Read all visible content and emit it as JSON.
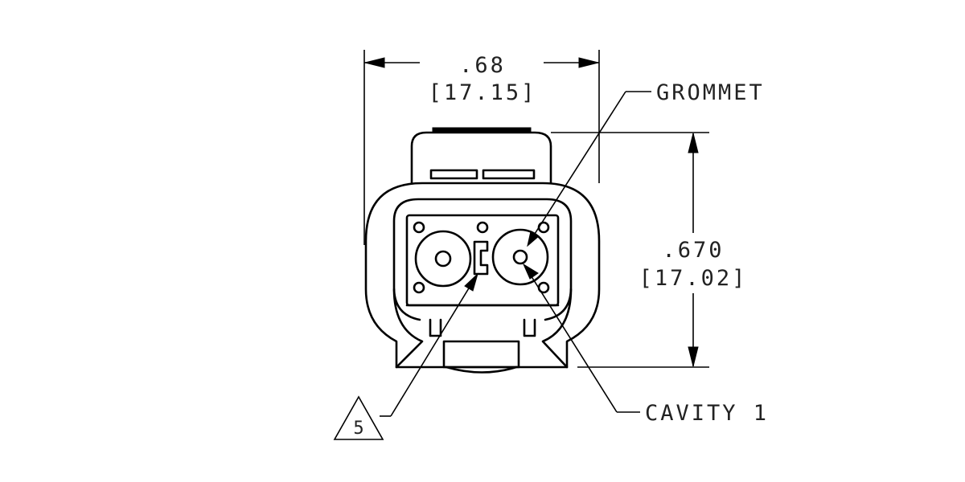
{
  "dimensions": {
    "width": {
      "inch": ".68",
      "mm": "[17.15]"
    },
    "height": {
      "inch": ".670",
      "mm": "[17.02]"
    }
  },
  "callouts": {
    "grommet": "GROMMET",
    "cavity": "CAVITY 1",
    "note_number": "5"
  }
}
